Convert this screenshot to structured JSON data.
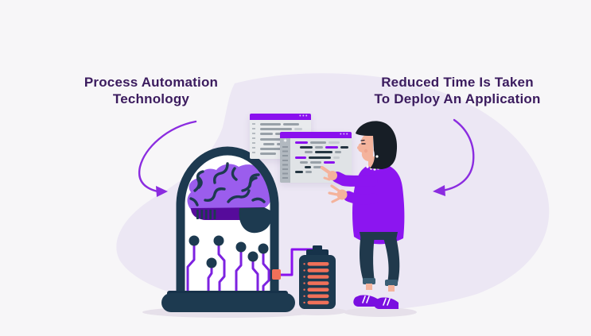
{
  "figure": {
    "left_caption": {
      "line1": "Process Automation",
      "line2": "Technology"
    },
    "right_caption": {
      "line1": "Reduced Time Is Taken",
      "line2": "To Deploy An Application"
    }
  },
  "icons": {
    "window_dots": "•••",
    "gutter_glyph": "∗"
  },
  "colors": {
    "bg": "#f7f6f8",
    "blob": "#ece7f4",
    "heading": "#3b1b5e",
    "arrow": "#8b2ce0",
    "navy": "#1d3a50",
    "navy_dark": "#16324a",
    "window_purple": "#8a10ee",
    "wire": "#8a10ee",
    "coral": "#f07059",
    "brain": "#9b5ded",
    "brain_dark": "#560b9b",
    "trace": "#7d22e0",
    "dome_fill": "#ffffff",
    "win_body_back": "#e9ebed",
    "win_body_front": "#e0e3e6",
    "gutter_front": "#b2b9c0",
    "bar_gray": "#98a0a8",
    "bar_light": "#c7ccd1",
    "bar_navy": "#243642",
    "bar_purple": "#8a10ee",
    "skin": "#f4b39c",
    "hair": "#171e26",
    "sweater": "#8c15f0",
    "pants": "#20394c",
    "cuff": "#3a5e74",
    "shoe": "#7a0fe0",
    "shadow": "#e6e0ea"
  },
  "windows": {
    "back": {
      "lines": [
        {
          "seg": [
            [
              26,
              "bar_gray"
            ],
            [
              20,
              "bar_gray"
            ]
          ]
        },
        {
          "seg": [
            [
              40,
              "bar_gray"
            ],
            [
              10,
              "bar_light"
            ]
          ]
        },
        {
          "seg": [
            [
              16,
              "bar_gray"
            ],
            [
              22,
              "bar_gray"
            ]
          ]
        },
        {
          "seg": [
            [
              34,
              "bar_gray"
            ]
          ]
        },
        {
          "ind": 4,
          "seg": [
            [
              14,
              "bar_gray"
            ],
            [
              24,
              "bar_gray"
            ]
          ]
        },
        {
          "seg": [
            [
              28,
              "bar_gray"
            ],
            [
              10,
              "bar_gray"
            ]
          ]
        },
        {
          "seg": [
            [
              20,
              "bar_gray"
            ]
          ]
        }
      ]
    },
    "front": {
      "lines": [
        {
          "ind": 2,
          "seg": [
            [
              16,
              "bar_purple"
            ],
            [
              20,
              "bar_gray"
            ],
            [
              14,
              "bar_light"
            ]
          ]
        },
        {
          "ind": 8,
          "seg": [
            [
              16,
              "bar_navy"
            ],
            [
              10,
              "bar_gray"
            ],
            [
              16,
              "bar_purple"
            ],
            [
              10,
              "bar_navy"
            ]
          ]
        },
        {
          "ind": 14,
          "seg": [
            [
              10,
              "bar_gray"
            ],
            [
              22,
              "bar_navy"
            ],
            [
              8,
              "bar_gray"
            ]
          ]
        },
        {
          "ind": 2,
          "seg": [
            [
              14,
              "bar_purple"
            ],
            [
              28,
              "bar_navy"
            ],
            [
              8,
              "bar_light"
            ]
          ]
        },
        {
          "ind": 8,
          "seg": [
            [
              10,
              "bar_gray"
            ],
            [
              14,
              "bar_gray"
            ],
            [
              14,
              "bar_purple"
            ]
          ]
        },
        {
          "ind": 14,
          "seg": [
            [
              8,
              "bar_navy"
            ],
            [
              12,
              "bar_gray"
            ]
          ]
        },
        {
          "ind": 2,
          "seg": [
            [
              10,
              "bar_navy"
            ],
            [
              8,
              "bar_gray"
            ]
          ]
        }
      ]
    }
  },
  "battery": {
    "bar_count": 7
  }
}
